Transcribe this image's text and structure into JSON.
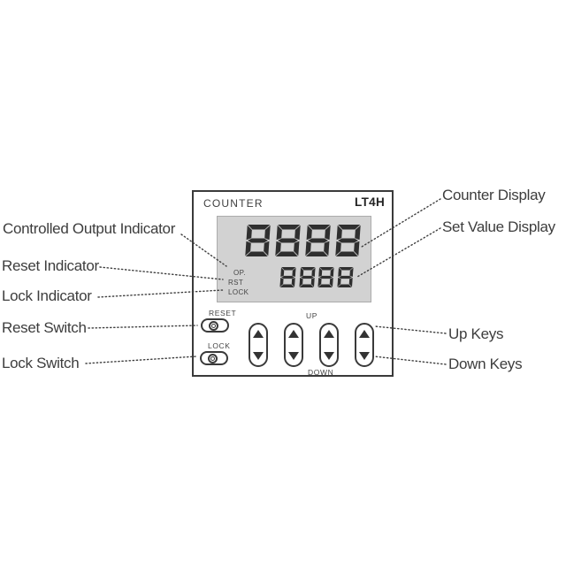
{
  "device": {
    "brand_label": "COUNTER",
    "model": "LT4H",
    "display": {
      "counter_value": "8888",
      "set_value": "8888",
      "indicators": [
        "OP.",
        "RST",
        "LOCK"
      ]
    },
    "switches": {
      "reset_label": "RESET",
      "lock_label": "LOCK"
    },
    "keys": {
      "up_label": "UP",
      "down_label": "DOWN"
    }
  },
  "annotations": {
    "left": [
      "Controlled Output Indicator",
      "Reset Indicator",
      "Lock Indicator",
      "Reset Switch",
      "Lock Switch"
    ],
    "right": [
      "Counter Display",
      "Set Value Display",
      "Up Keys",
      "Down Keys"
    ]
  },
  "colors": {
    "line": "#3d3d3d",
    "display_bg": "#d2d2d2",
    "digit": "#2f2f2f"
  }
}
